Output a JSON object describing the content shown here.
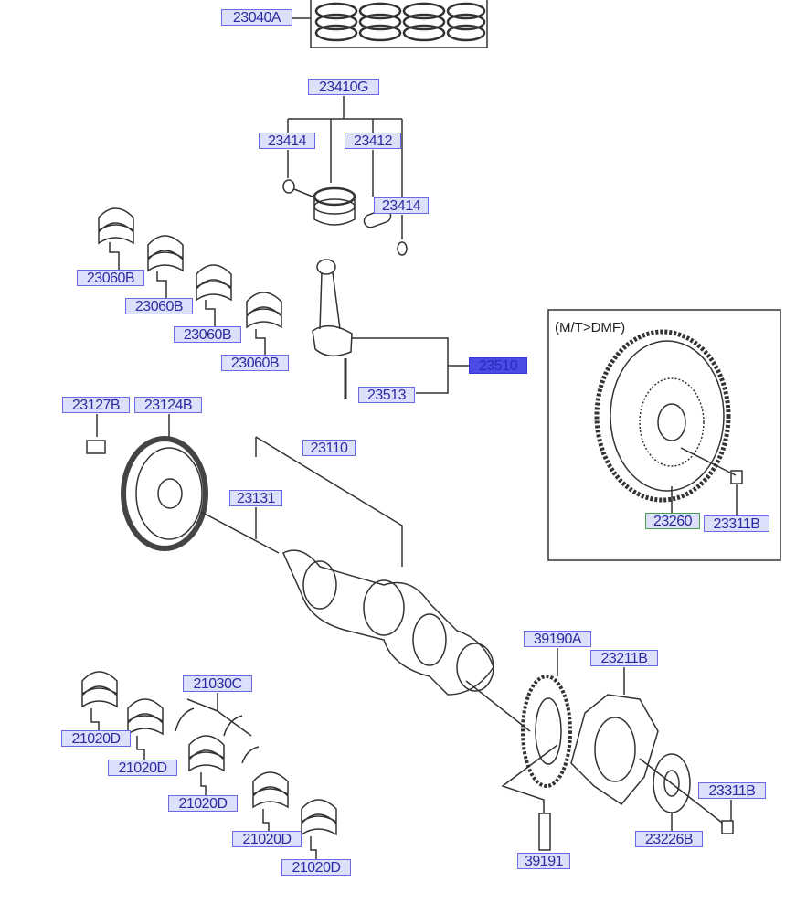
{
  "diagram": {
    "group_note": "(M/T>DMF)",
    "accent_colors": {
      "label_fill": "#dde0fa",
      "label_border": "#6a6ae6",
      "label_text": "#2b2ba0",
      "highlight_fill": "#4b4be6",
      "green_border": "#4aa04a"
    },
    "labels": [
      {
        "id": "l0",
        "text": "23040A"
      },
      {
        "id": "l1",
        "text": "23410G"
      },
      {
        "id": "l2",
        "text": "23414"
      },
      {
        "id": "l3",
        "text": "23412"
      },
      {
        "id": "l4",
        "text": "23414"
      },
      {
        "id": "l5",
        "text": "23060B"
      },
      {
        "id": "l6",
        "text": "23060B"
      },
      {
        "id": "l7",
        "text": "23060B"
      },
      {
        "id": "l8",
        "text": "23060B"
      },
      {
        "id": "l9",
        "text": "23510",
        "highlighted": true
      },
      {
        "id": "l10",
        "text": "23513"
      },
      {
        "id": "l11",
        "text": "23127B"
      },
      {
        "id": "l12",
        "text": "23124B"
      },
      {
        "id": "l13",
        "text": "23110"
      },
      {
        "id": "l14",
        "text": "23131"
      },
      {
        "id": "l15",
        "text": "23260"
      },
      {
        "id": "l16",
        "text": "23311B"
      },
      {
        "id": "l17",
        "text": "39190A"
      },
      {
        "id": "l18",
        "text": "23211B"
      },
      {
        "id": "l19",
        "text": "21030C"
      },
      {
        "id": "l20",
        "text": "21020D"
      },
      {
        "id": "l21",
        "text": "21020D"
      },
      {
        "id": "l22",
        "text": "21020D"
      },
      {
        "id": "l23",
        "text": "23311B"
      },
      {
        "id": "l24",
        "text": "21020D"
      },
      {
        "id": "l25",
        "text": "23226B"
      },
      {
        "id": "l26",
        "text": "39191"
      },
      {
        "id": "l27",
        "text": "21020D"
      }
    ]
  }
}
